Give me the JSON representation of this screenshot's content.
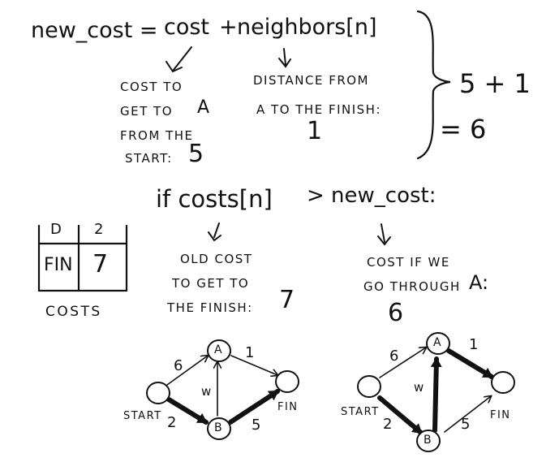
{
  "top": {
    "formula_lhs": "new_cost =",
    "formula_cost": "cost",
    "formula_plus": "+",
    "formula_neighbors": "neighbors[n]",
    "cost_note_line1": "COST TO",
    "cost_note_line2": "GET TO",
    "cost_note_node": "A",
    "cost_note_line3": "FROM THE",
    "cost_note_line4": "START:",
    "cost_note_value": "5",
    "dist_note_line1": "DISTANCE FROM",
    "dist_note_line2": "A TO THE FINISH:",
    "dist_note_value": "1",
    "sum_expr": "5 + 1",
    "sum_result": "= 6"
  },
  "middle": {
    "condition_left": "if costs[n]",
    "condition_right": "> new_cost:",
    "table_headers": [
      "D",
      "2"
    ],
    "table_cells": [
      "FIN",
      "7"
    ],
    "table_caption": "COSTS",
    "old_line1": "OLD COST",
    "old_line2": "TO GET TO",
    "old_line3": "THE FINISH:",
    "old_value": "7",
    "new_line1": "COST IF WE",
    "new_line2": "GO THROUGH",
    "new_node": "A:",
    "new_value": "6"
  },
  "graph_left": {
    "node_a": "A",
    "node_b": "B",
    "start_label": "START",
    "fin_label": "FIN",
    "edge_start_a": "6",
    "edge_start_b": "2",
    "edge_b_a": "w",
    "edge_a_fin": "1",
    "edge_b_fin": "5"
  },
  "graph_right": {
    "node_a": "A",
    "node_b": "B",
    "start_label": "START",
    "fin_label": "FIN",
    "edge_start_a": "6",
    "edge_start_b": "2",
    "edge_b_a": "w",
    "edge_a_fin": "1",
    "edge_b_fin": "5"
  }
}
